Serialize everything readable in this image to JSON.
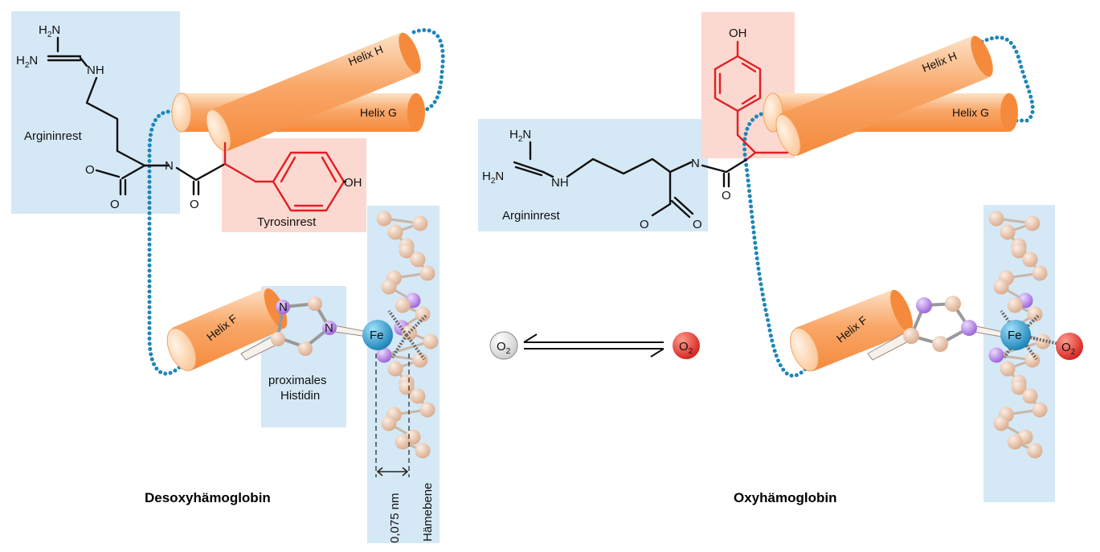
{
  "left": {
    "title": "Desoxyhämoglobin",
    "arginine_label": "Argininrest",
    "tyrosine_label": "Tyrosinrest",
    "histidine_label_line1": "proximales",
    "histidine_label_line2": "Histidin",
    "distance_label": "0,075 nm",
    "plane_label": "Hämebene",
    "helix_h": "Helix H",
    "helix_g": "Helix G",
    "helix_f": "Helix F",
    "iron": "Fe"
  },
  "right": {
    "title": "Oxyhämoglobin",
    "arginine_label": "Argininrest",
    "helix_h": "Helix H",
    "helix_g": "Helix G",
    "helix_f": "Helix F",
    "iron": "Fe",
    "oxygen": "O",
    "oxygen_sub": "2"
  },
  "middle": {
    "oxygen_left": "O",
    "oxygen_left_sub": "2",
    "oxygen_right": "O",
    "oxygen_right_sub": "2"
  },
  "atoms": {
    "h2n": "H",
    "two": "2",
    "n": "N",
    "nh": "NH",
    "o": "O",
    "oh": "OH"
  },
  "colors": {
    "panel_blue": "#d5e8f5",
    "panel_red": "#fbd9d0",
    "bond_red": "#e31e24",
    "chain_blue": "#1f86b8",
    "helix_orange": "#f9a768",
    "iron_blue": "#1c8ec4",
    "oxygen_red": "#e0231f",
    "carbon_beige": "#e6c2a8",
    "nitrogen_purple": "#a872d6"
  }
}
